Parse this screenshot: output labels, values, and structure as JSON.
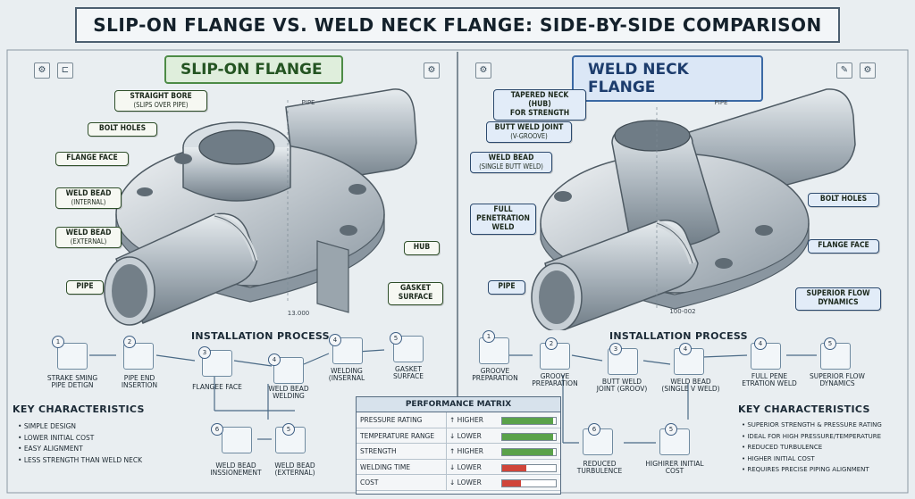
{
  "title": "SLIP-ON FLANGE VS. WELD NECK FLANGE: SIDE-BY-SIDE COMPARISON",
  "left": {
    "panel_title": "SLIP-ON FLANGE",
    "labels": {
      "straight_bore": "STRAIGHT BORE",
      "straight_bore_sub": "(SLIPS OVER PIPE)",
      "bolt_holes": "BOLT HOLES",
      "flange_face": "FLANGE FACE",
      "weld_internal": "WELD BEAD",
      "weld_internal_sub": "(INTERNAL)",
      "weld_external": "WELD BEAD",
      "weld_external_sub": "(EXTERNAL)",
      "pipe": "PIPE",
      "hub": "HUB",
      "gasket": "GASKET",
      "gasket2": "SURFACE",
      "pipe_top": "PIPE",
      "dim": "13.000"
    },
    "installation_title": "INSTALLATION PROCESS",
    "steps": [
      {
        "n": "1",
        "label": "STRAKE SMING PIPE DETIGN"
      },
      {
        "n": "2",
        "label": "PIPE END INSERTION"
      },
      {
        "n": "3",
        "label": "FLANGEE FACE"
      },
      {
        "n": "4",
        "label": "WELD BEAD WELDING"
      },
      {
        "n": "4",
        "label": "WELDING (INSERNAL"
      },
      {
        "n": "5",
        "label": "GASKET SURFACE"
      },
      {
        "n": "6",
        "label": "WELD BEAD INSSIONEMENT"
      },
      {
        "n": "5",
        "label": "WELD BEAD (EXTERNAL)"
      }
    ],
    "key_title": "KEY CHARACTERISTICS",
    "key_items": [
      "SIMPLE DESIGN",
      "LOWER INITIAL COST",
      "EASY ALIGNMENT",
      "LESS STRENGTH THAN WELD NECK"
    ]
  },
  "right": {
    "panel_title": "WELD NECK FLANGE",
    "labels": {
      "tapered": "TAPERED NECK (HUB)",
      "tapered2": "FOR STRENGTH",
      "butt_weld": "BUTT WELD JOINT",
      "butt_weld_sub": "(V-GROOVE)",
      "weld_bead": "WELD BEAD",
      "weld_bead_sub": "(SINGLE BUTT WELD)",
      "full_pen": "FULL",
      "full_pen2": "PENETRATION",
      "full_pen3": "WELD",
      "pipe": "PIPE",
      "bolt_holes": "BOLT HOLES",
      "flange_face": "FLANGE FACE",
      "superior": "SUPERIOR FLOW",
      "superior2": "DYNAMICS",
      "pipe_top": "PIPE",
      "dim": "100-002"
    },
    "installation_title": "INSTALLATION PROCESS",
    "steps": [
      {
        "n": "1",
        "label": "GROOVE PREPARATION"
      },
      {
        "n": "2",
        "label": "GROOVE PREPARATION"
      },
      {
        "n": "3",
        "label": "BUTT WELD JOINT (GROOV)"
      },
      {
        "n": "4",
        "label": "WELD BEAD (SINGLE V WELD)"
      },
      {
        "n": "4",
        "label": "FULL PENE ETRATION WELD"
      },
      {
        "n": "5",
        "label": "SUPERIOR FLOW DYNAMICS"
      },
      {
        "n": "6",
        "label": "REDUCED TURBULENCE"
      },
      {
        "n": "5",
        "label": "HIGHIRER INITIAL COST"
      }
    ],
    "key_title": "KEY CHARACTERISTICS",
    "key_items": [
      "SUPERIOR STRENGTH & PRESSURE RATING",
      "IDEAL FOR HIGH PRESSURE/TEMPERATURE",
      "REDUCED TURBULENCE",
      "HIGHER INITIAL COST",
      "REQUIRES PRECISE PIPING ALIGNMENT"
    ]
  },
  "matrix": {
    "title": "PERFORMANCE MATRIX",
    "rows": [
      {
        "attr": "PRESSURE RATING",
        "dir": "HIGHER",
        "arrow": "up",
        "level": 0.95,
        "color": "#5aa24a"
      },
      {
        "attr": "TEMPERATURE RANGE",
        "dir": "LOWER",
        "arrow": "down",
        "level": 0.95,
        "color": "#5aa24a"
      },
      {
        "attr": "STRENGTH",
        "dir": "HIGHER",
        "arrow": "up",
        "level": 0.95,
        "color": "#5aa24a"
      },
      {
        "attr": "WELDING TIME",
        "dir": "LOWER",
        "arrow": "down",
        "level": 0.45,
        "color": "#d0453a"
      },
      {
        "attr": "COST",
        "dir": "LOWER",
        "arrow": "down",
        "level": 0.35,
        "color": "#d0453a"
      }
    ]
  },
  "colors": {
    "left_accent": "#4d8b46",
    "right_accent": "#3b69a4"
  },
  "icons": [
    "gear-icon",
    "pipe-icon",
    "gear-icon",
    "gear-icon",
    "wrench-icon",
    "gear-icon"
  ]
}
